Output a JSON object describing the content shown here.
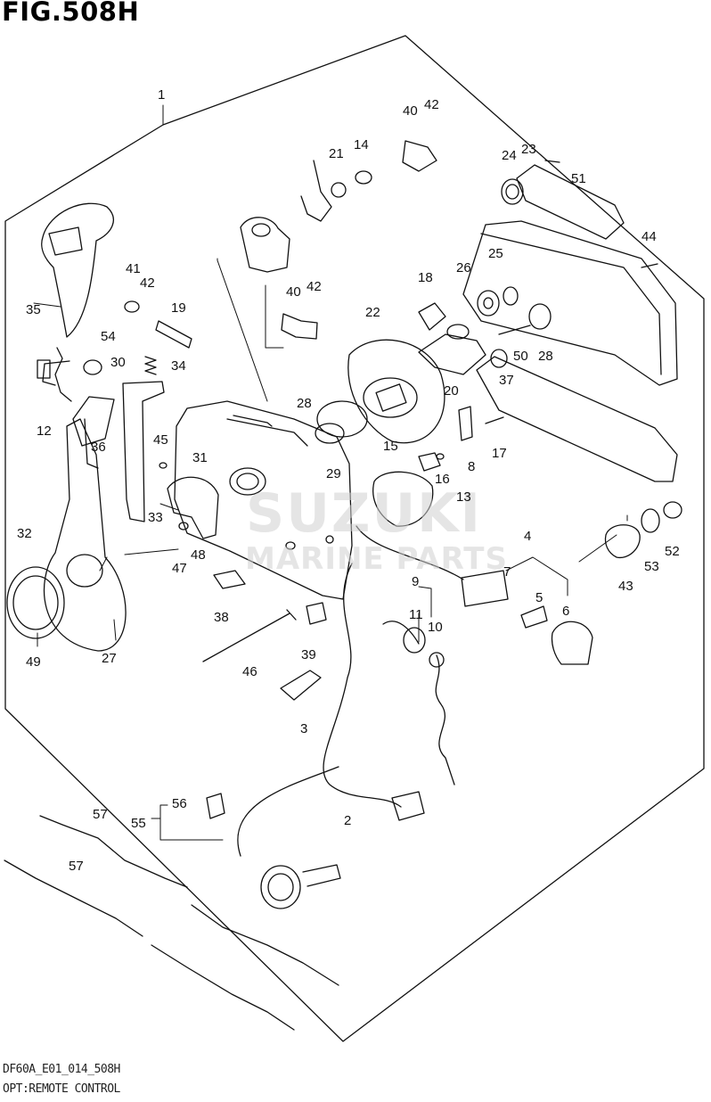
{
  "figure": {
    "title": "FIG.508H",
    "code": "DF60A_E01_014_508H",
    "description": "OPT:REMOTE CONTROL"
  },
  "watermark": {
    "brand": "SUZUKI",
    "subtitle": "MARINE PARTS"
  },
  "callouts": [
    "1",
    "2",
    "3",
    "4",
    "5",
    "6",
    "7",
    "8",
    "9",
    "10",
    "11",
    "12",
    "13",
    "14",
    "15",
    "16",
    "17",
    "18",
    "19",
    "20",
    "21",
    "22",
    "23",
    "24",
    "25",
    "26",
    "27",
    "28",
    "28",
    "29",
    "30",
    "31",
    "32",
    "33",
    "34",
    "35",
    "36",
    "37",
    "38",
    "39",
    "40",
    "40",
    "41",
    "42",
    "42",
    "42",
    "43",
    "44",
    "45",
    "46",
    "47",
    "48",
    "49",
    "50",
    "51",
    "52",
    "53",
    "54",
    "55",
    "56",
    "57",
    "57"
  ],
  "colors": {
    "line": "#111111",
    "background": "#ffffff",
    "watermark": "#cfcfcf"
  }
}
